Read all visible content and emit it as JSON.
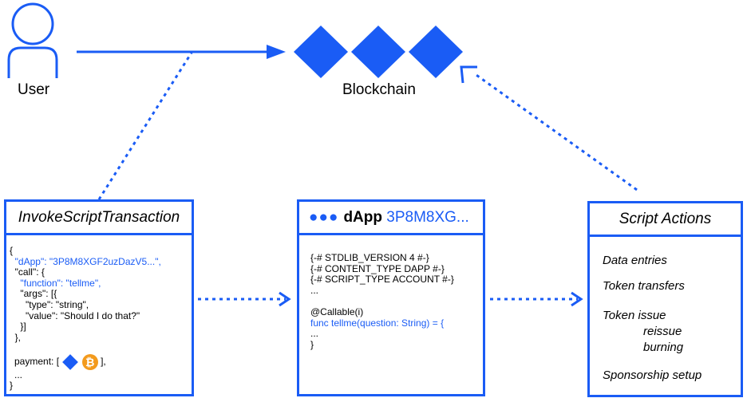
{
  "labels": {
    "user": "User",
    "blockchain": "Blockchain"
  },
  "invoke_box": {
    "title": "InvokeScriptTransaction",
    "lines": {
      "l1": "{",
      "l2_key": "\"dApp\": \"3P8M8XGF2uzDazV5...\",",
      "l3": "\"call\": {",
      "l4_key": "\"function\": \"tellme\",",
      "l5": "\"args\": [{",
      "l6": "\"type\": \"string\",",
      "l7": "\"value\": \"Should I do that?\"",
      "l8": "}]",
      "l9": "},",
      "l10_a": "payment: [",
      "l10_b": "],",
      "l11": "...",
      "l12": "}"
    },
    "btc_symbol": "₿"
  },
  "dapp_box": {
    "dots": "●●●",
    "title": "dApp",
    "address": "3P8M8XG...",
    "lines": {
      "l1": "{-# STDLIB_VERSION 4 #-}",
      "l2": "{-# CONTENT_TYPE DAPP #-}",
      "l3": "{-# SCRIPT_TYPE ACCOUNT #-}",
      "l4": "...",
      "l5": "@Callable(i)",
      "l6": "func tellme(question: String) = {",
      "l7": "...",
      "l8": "}"
    }
  },
  "actions_box": {
    "title": "Script Actions",
    "items": {
      "data": "Data entries",
      "transfers": "Token transfers",
      "issue": "Token issue",
      "reissue": "reissue",
      "burning": "burning",
      "sponsorship": "Sponsorship setup"
    }
  },
  "colors": {
    "accent": "#1a5cf5",
    "bitcoin": "#f39a1c"
  },
  "icons": [
    "user-icon",
    "blockchain-diamond-icon",
    "waves-token-icon",
    "bitcoin-icon",
    "arrow-icon"
  ]
}
